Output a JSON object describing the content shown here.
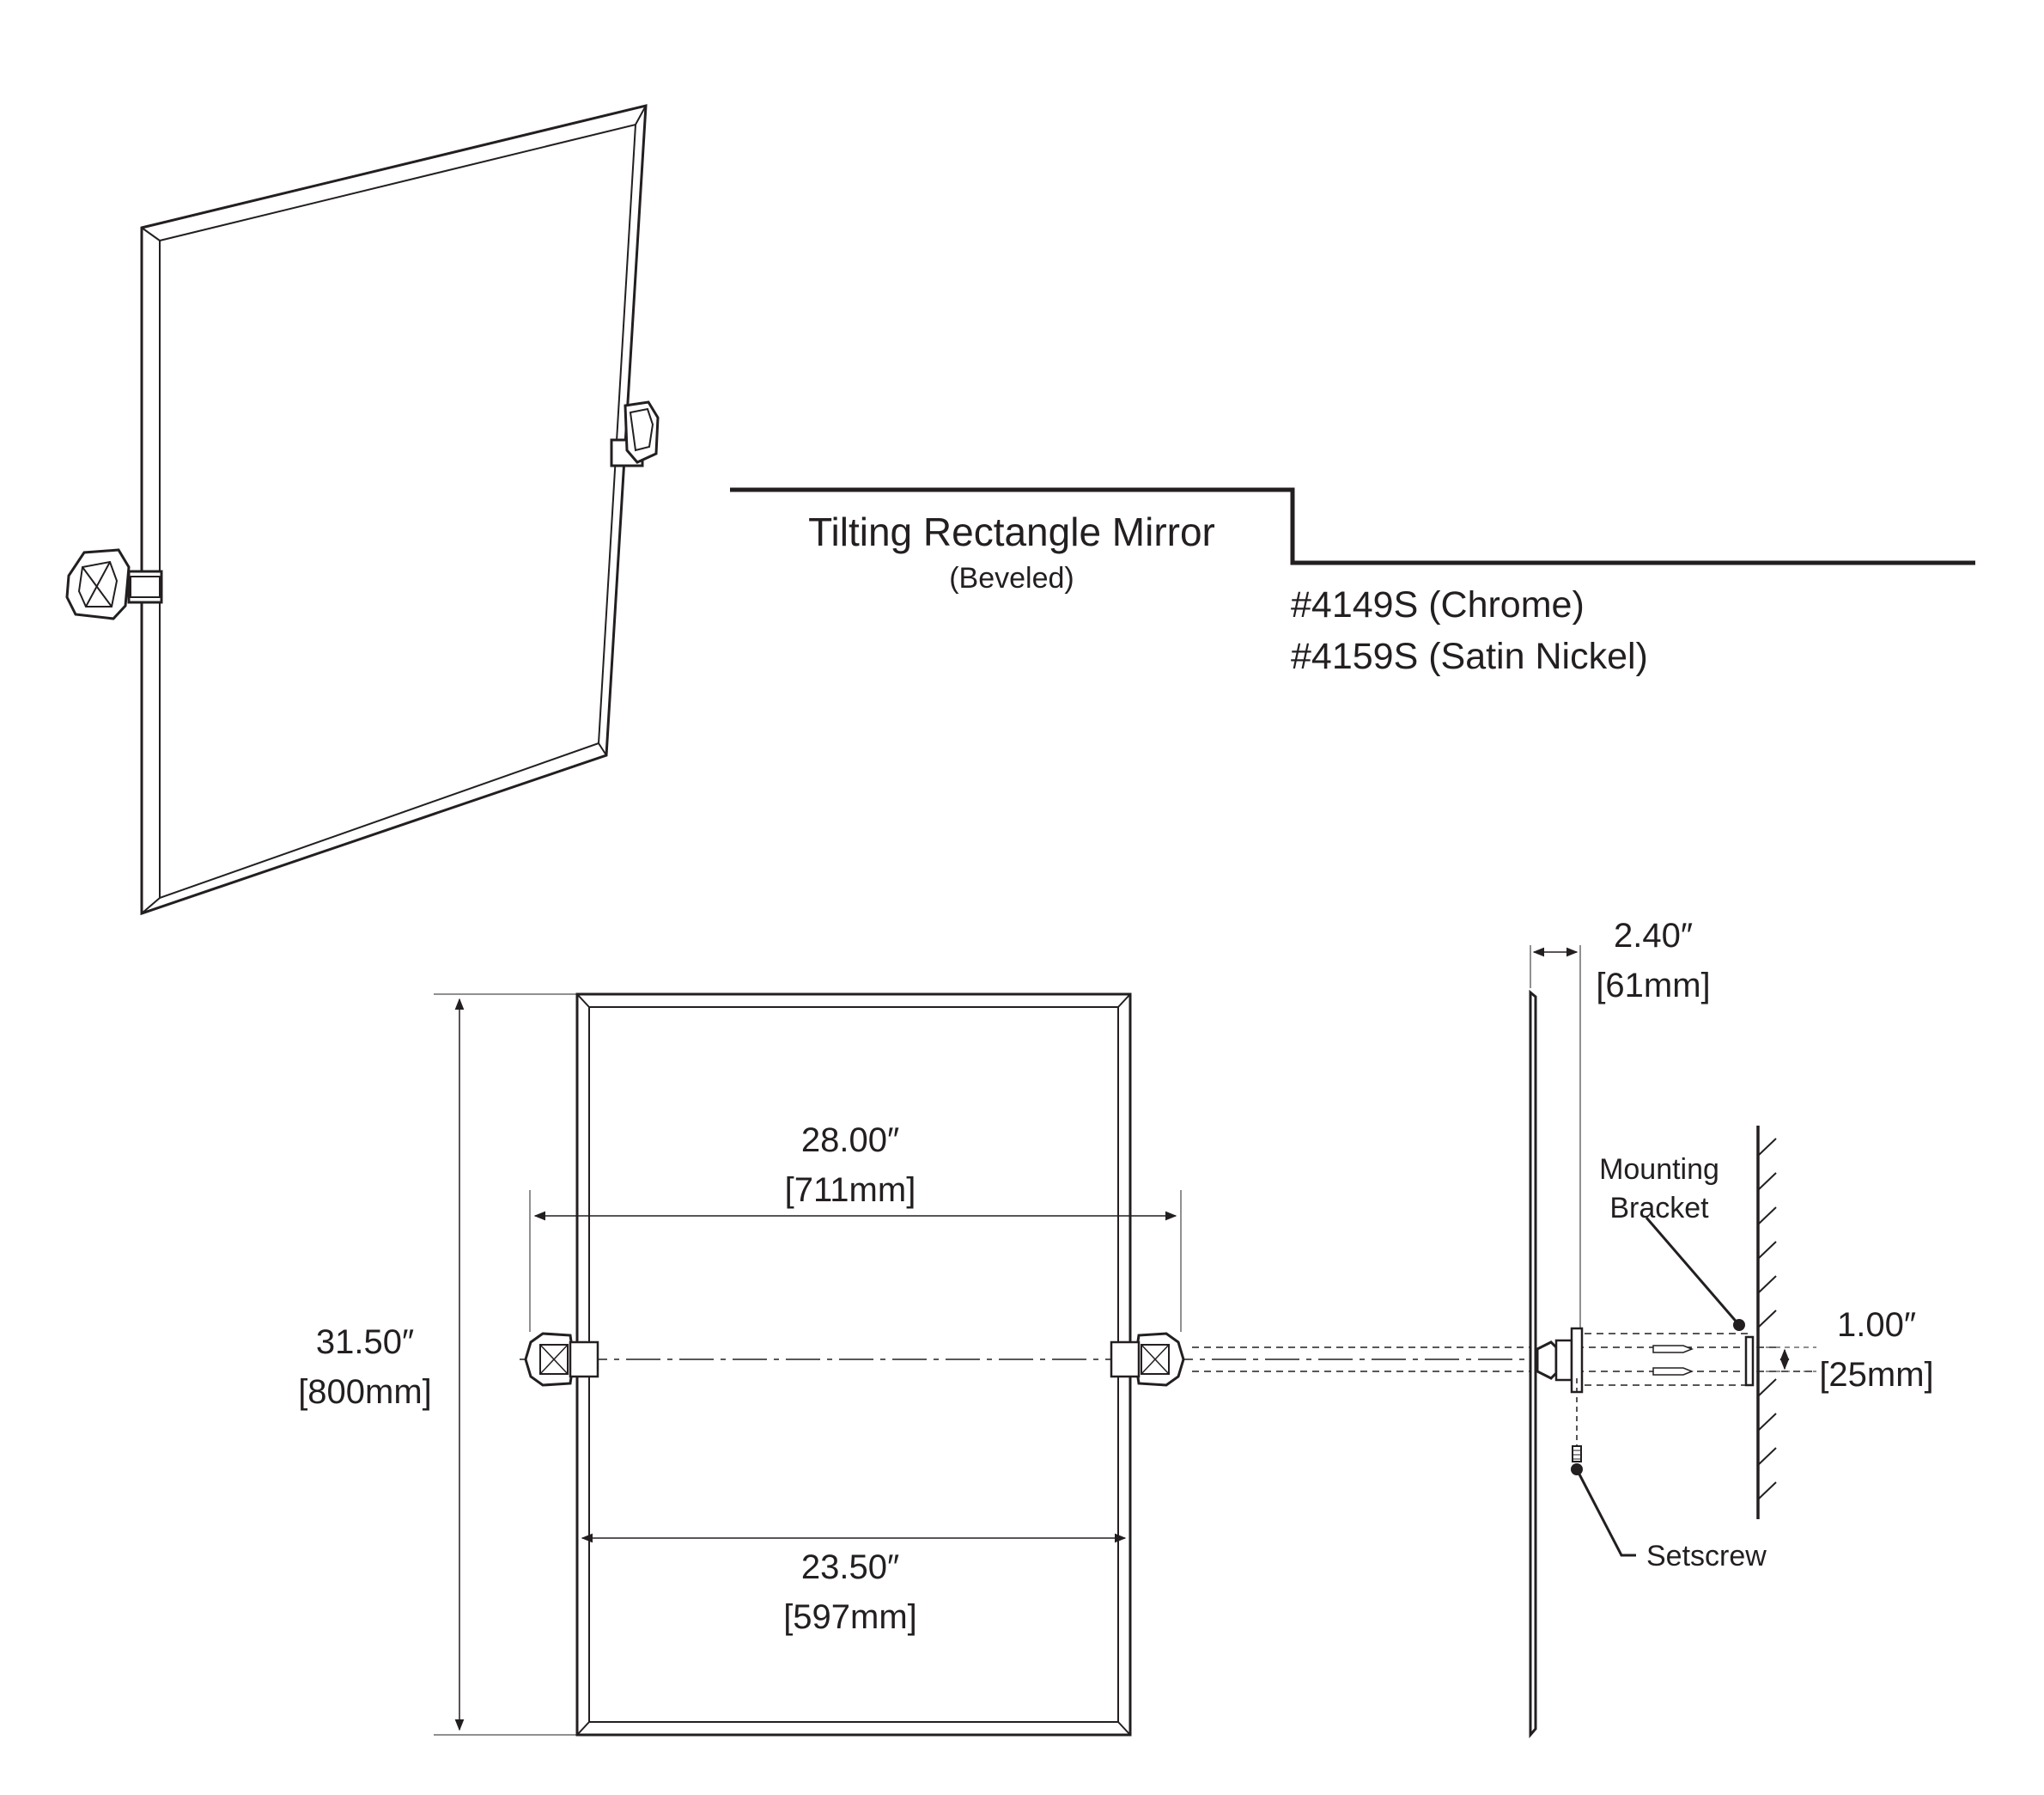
{
  "title": {
    "name": "Tilting Rectangle Mirror",
    "subtitle": "(Beveled)"
  },
  "models": [
    "#4149S (Chrome)",
    "#4159S (Satin Nickel)"
  ],
  "dimensions": {
    "height": {
      "inch": "31.50″",
      "mm": "[800mm]"
    },
    "overall_width": {
      "inch": "28.00″",
      "mm": "[711mm]"
    },
    "glass_width": {
      "inch": "23.50″",
      "mm": "[597mm]"
    },
    "projection": {
      "inch": "2.40″",
      "mm": "[61mm]"
    },
    "bracket_offset": {
      "inch": "1.00″",
      "mm": "[25mm]"
    }
  },
  "callouts": {
    "bracket_line1": "Mounting",
    "bracket_line2": "Bracket",
    "setscrew": "Setscrew"
  },
  "colors": {
    "line": "#231f20",
    "background": "#ffffff"
  }
}
